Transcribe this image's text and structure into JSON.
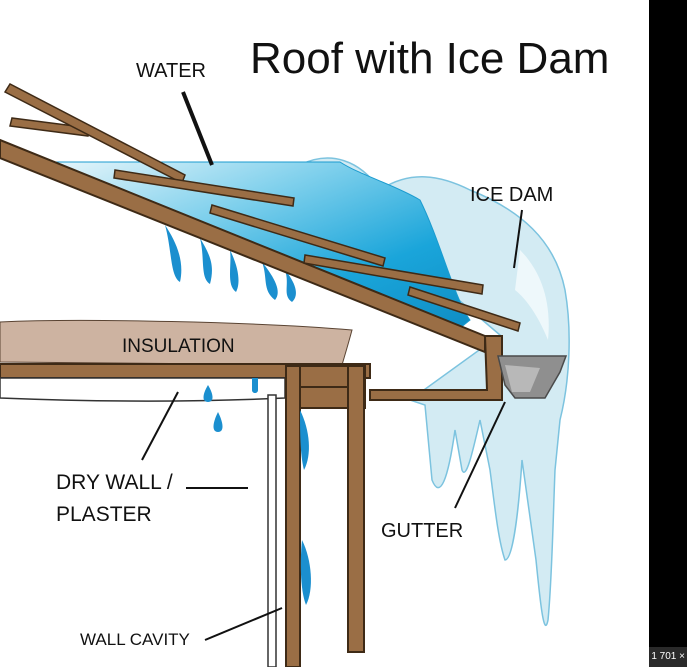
{
  "title": "Roof with Ice Dam",
  "labels": {
    "water": "WATER",
    "ice_dam": "ICE DAM",
    "insulation": "INSULATION",
    "dry_wall_line1": "DRY WALL /",
    "dry_wall_line2": "PLASTER",
    "gutter": "GUTTER",
    "wall_cavity": "WALL CAVITY"
  },
  "corner_badge": "1 701 ×",
  "colors": {
    "wood": "#9a6e45",
    "wood_outline": "#3e2a16",
    "water": "#1fa6d8",
    "ice": "#cfe9f2",
    "insulation": "#cdb3a1",
    "gutter": "#8f8f8f"
  }
}
